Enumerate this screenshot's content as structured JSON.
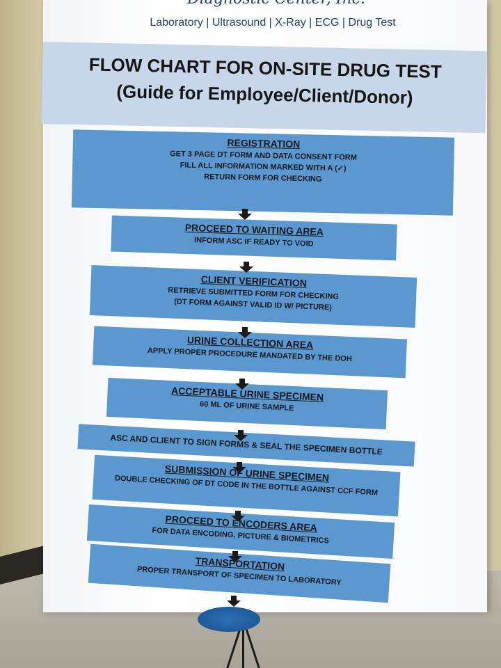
{
  "header": {
    "company_name": "Diagnostic Center, Inc.",
    "services": "Laboratory | Ultrasound | X-Ray | ECG | Drug Test"
  },
  "title": {
    "line1": "FLOW CHART FOR ON-SITE DRUG TEST",
    "line2": "(Guide for Employee/Client/Donor)"
  },
  "steps": [
    {
      "heading": "REGISTRATION",
      "lines": [
        "GET 3 PAGE DT FORM AND DATA CONSENT FORM",
        "FILL ALL INFORMATION MARKED WITH A (✓)",
        "RETURN FORM FOR CHECKING"
      ]
    },
    {
      "heading": "PROCEED TO WAITING AREA",
      "lines": [
        "INFORM ASC IF READY TO VOID"
      ]
    },
    {
      "heading": "CLIENT VERIFICATION",
      "lines": [
        "RETRIEVE SUBMITTED FORM FOR CHECKING",
        "(DT FORM AGAINST VALID ID W/ PICTURE)"
      ]
    },
    {
      "heading": "URINE COLLECTION AREA",
      "lines": [
        "APPLY PROPER PROCEDURE MANDATED BY THE DOH"
      ]
    },
    {
      "heading": "ACCEPTABLE URINE SPECIMEN",
      "lines": [
        "60 ML OF URINE SAMPLE"
      ]
    },
    {
      "heading": "",
      "lines": [
        "ASC AND CLIENT TO SIGN FORMS & SEAL THE SPECIMEN BOTTLE"
      ]
    },
    {
      "heading": "SUBMISSION OF URINE SPECIMEN",
      "lines": [
        "DOUBLE CHECKING OF DT CODE IN THE BOTTLE AGAINST CCF FORM"
      ]
    },
    {
      "heading": "PROCEED TO ENCODERS AREA",
      "lines": [
        "FOR DATA ENCODING, PICTURE & BIOMETRICS"
      ]
    },
    {
      "heading": "TRANSPORTATION",
      "lines": [
        "PROPER TRANSPORT OF SPECIMEN TO LABORATORY"
      ]
    }
  ],
  "colors": {
    "step_fill": "#5a98cf",
    "title_band": "#c8d6ea",
    "arrow": "#1a1a1a"
  }
}
